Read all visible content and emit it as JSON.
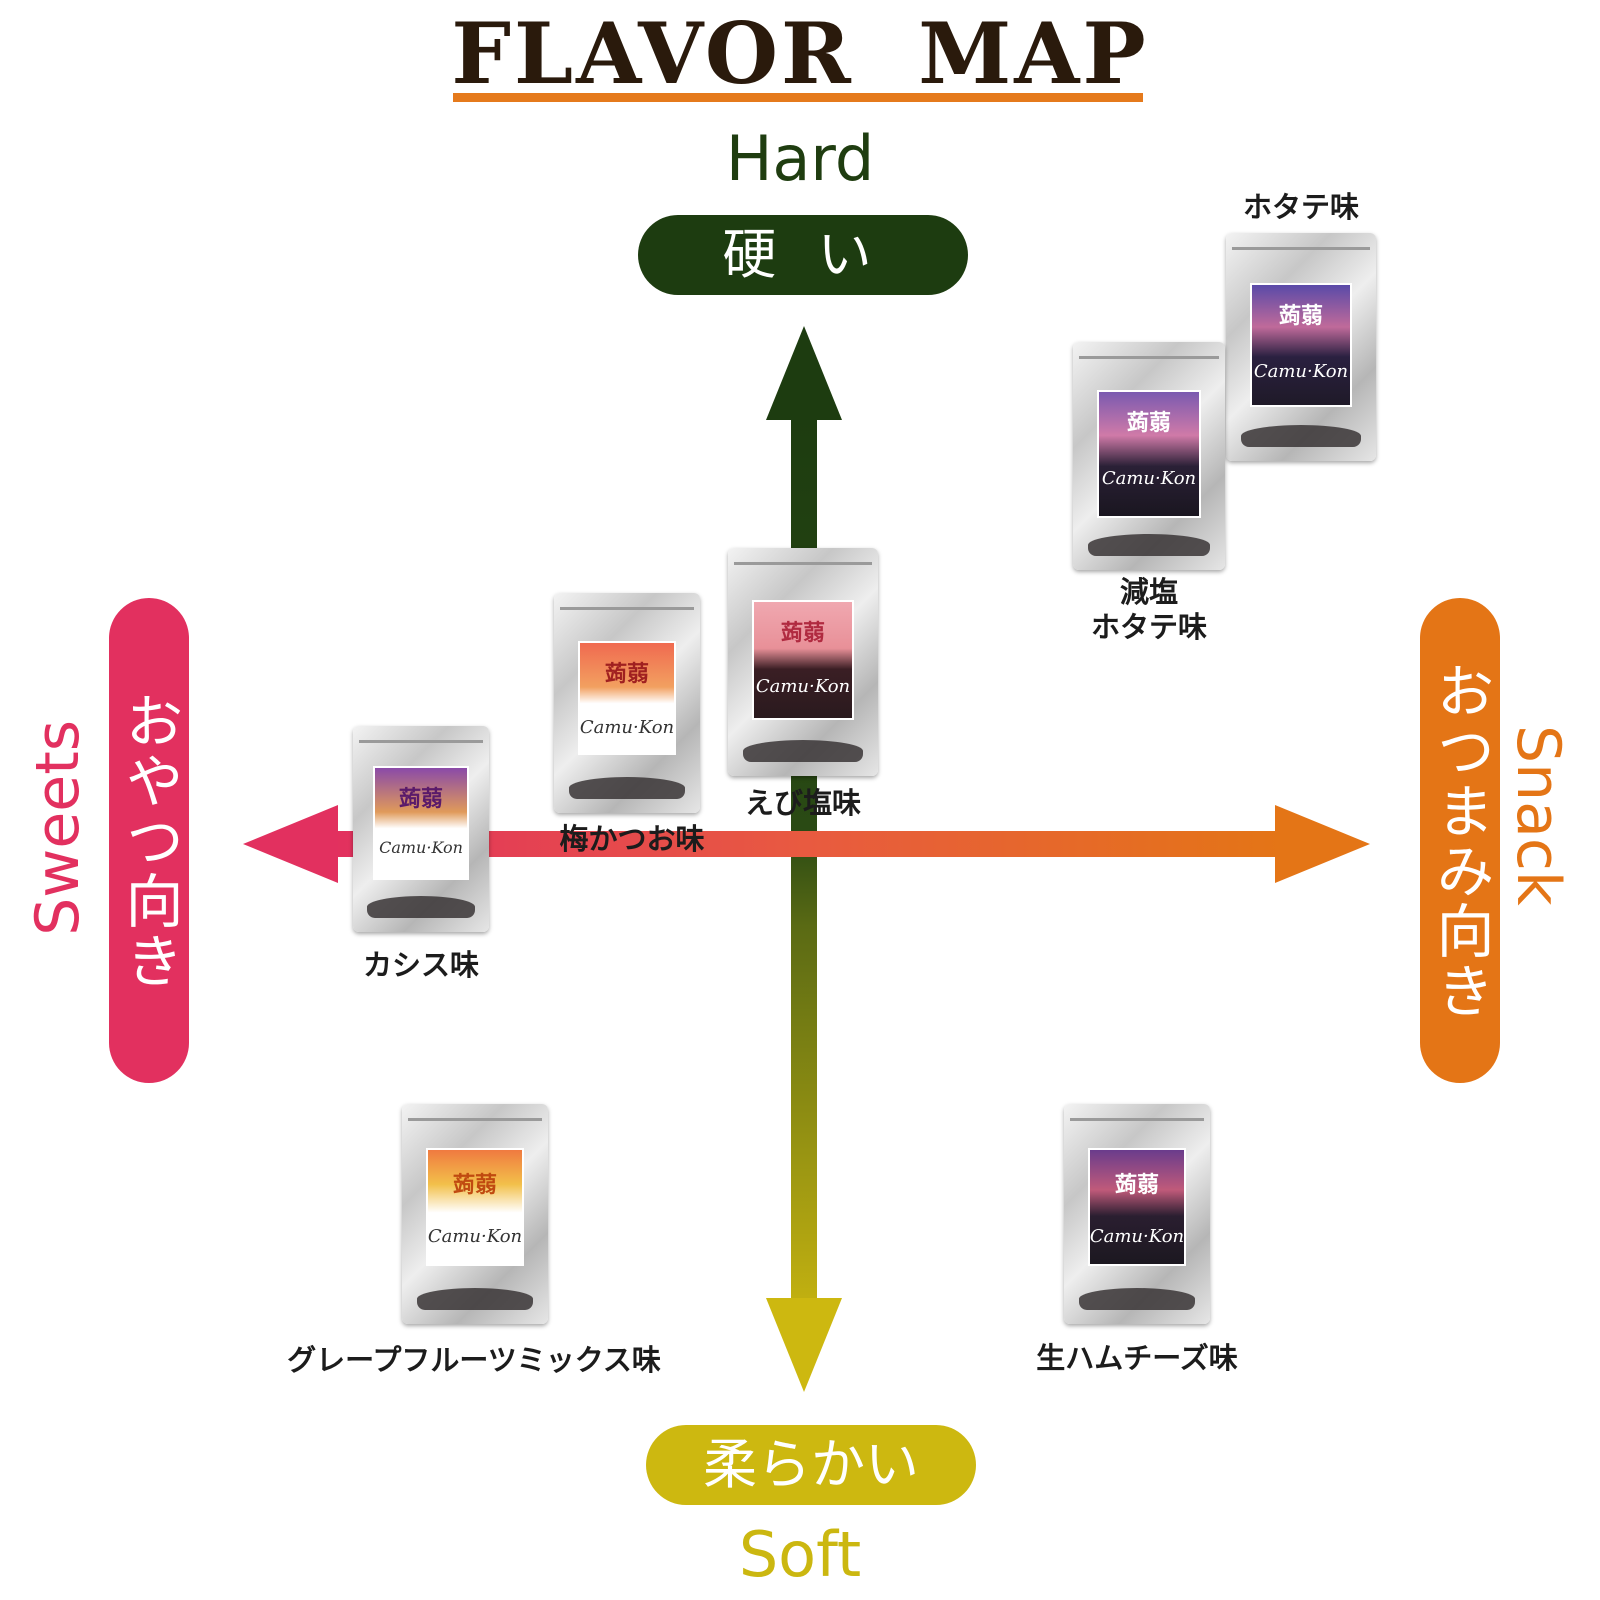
{
  "title": "FLAVOR  MAP",
  "axes": {
    "top": {
      "en": "Hard",
      "ja": "硬 い",
      "color": "#1d3c10"
    },
    "bottom": {
      "en": "Soft",
      "ja": "柔らかい",
      "color": "#cdb810"
    },
    "left": {
      "en": "Sweets",
      "ja": "おやつ向き",
      "color": "#e2305f"
    },
    "right": {
      "en": "Snack",
      "ja": "おつまみ向き",
      "color": "#e47516"
    }
  },
  "products": [
    {
      "name": "ホタテ味",
      "label_colors": [
        "#6a4fa0",
        "#2a2040"
      ]
    },
    {
      "name": "減塩\nホタテ味",
      "label_colors": [
        "#7a5ab0",
        "#221a30"
      ]
    },
    {
      "name": "えび塩味",
      "label_colors": [
        "#e8a0a8",
        "#3a1e24"
      ]
    },
    {
      "name": "梅かつお味",
      "label_colors": [
        "#ef6d4e",
        "#ffffff"
      ]
    },
    {
      "name": "カシス味",
      "label_colors": [
        "#b45aa8",
        "#ffffff"
      ]
    },
    {
      "name": "グレープフルーツミックス味",
      "label_colors": [
        "#f2a54a",
        "#ffffff"
      ]
    },
    {
      "name": "生ハムチーズ味",
      "label_colors": [
        "#6a3c8c",
        "#221a2c"
      ]
    }
  ],
  "brand_text": "Camu·Kon",
  "brand_kanji": "蒟蒻"
}
